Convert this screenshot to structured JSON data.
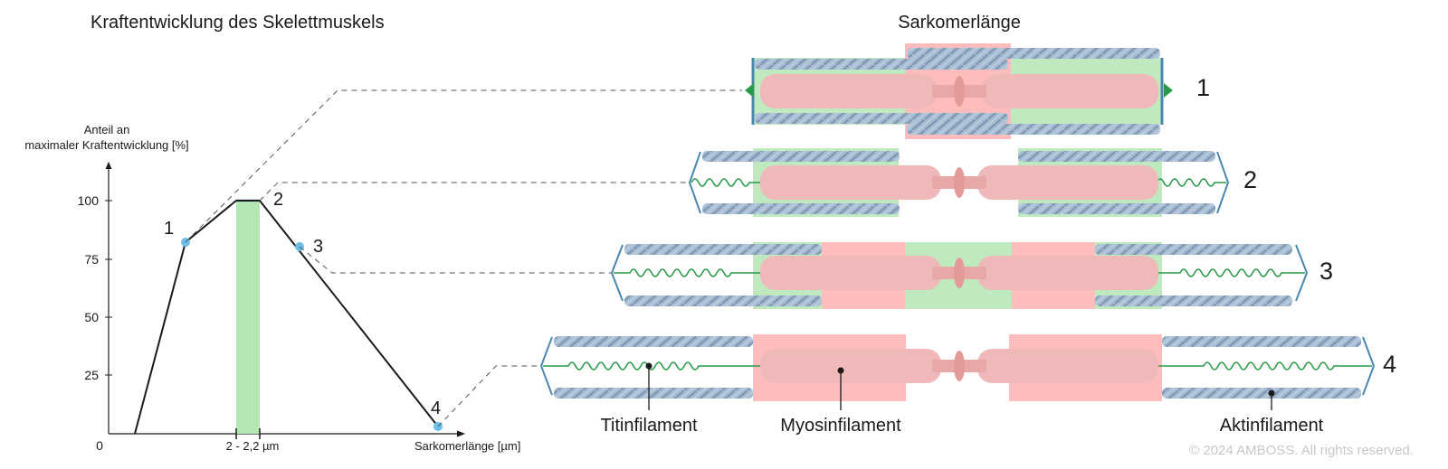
{
  "graph": {
    "title": "Kraftentwicklung des Skelettmuskels",
    "y_axis_label_line1": "Anteil an",
    "y_axis_label_line2": "maximaler Kraftentwicklung [%]",
    "x_axis_label": "Sarkomerlänge [µm]",
    "origin_label": "0",
    "y_ticks": [
      "100",
      "75",
      "50",
      "25"
    ],
    "optimum_range_label": "2 - 2,2 µm",
    "point_labels": [
      "1",
      "2",
      "3",
      "4"
    ],
    "optimum_color": "#b2e6b2",
    "point_color": "#6bbfe6"
  },
  "sarcomeres": {
    "title": "Sarkomerlänge",
    "labels": [
      "1",
      "2",
      "3",
      "4"
    ],
    "actin_color": "#9fb6cf",
    "myosin_color": "#f0b9b9",
    "titin_color": "#2a9a4a",
    "overlap_color": "#bfe9bf",
    "bare_zone_color": "#ffbcbc"
  },
  "callouts": {
    "titin": "Titinfilament",
    "myosin": "Myosinfilament",
    "actin": "Aktinfilament"
  },
  "copyright": "© 2024 AMBOSS. All rights reserved."
}
